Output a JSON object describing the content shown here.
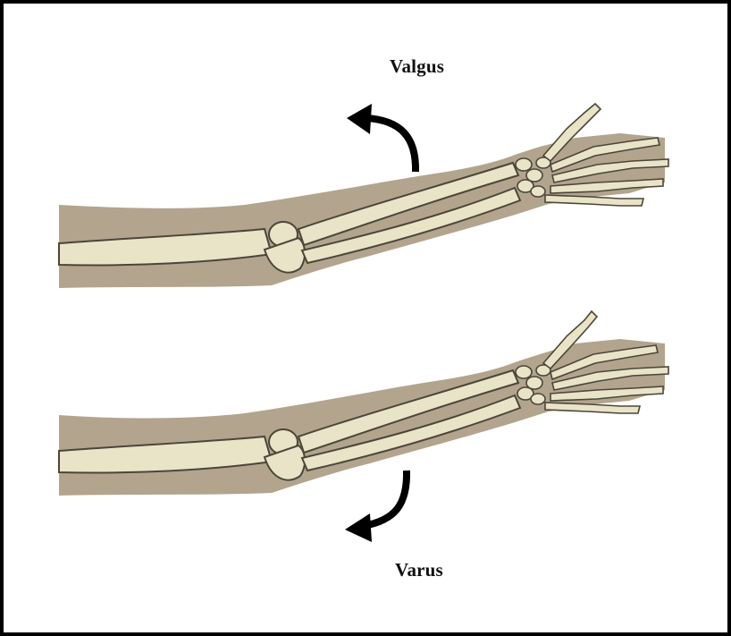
{
  "labels": {
    "top": "Valgus",
    "bottom": "Varus"
  },
  "colors": {
    "skin": "#b3a48e",
    "bone": "#e9e3c8",
    "bone_outline": "#4b4638",
    "arrow": "#000000",
    "border": "#000000",
    "background": "#ffffff"
  },
  "figures": [
    {
      "name": "valgus-arm",
      "arrow_direction": "up-left"
    },
    {
      "name": "varus-arm",
      "arrow_direction": "down-left"
    }
  ]
}
